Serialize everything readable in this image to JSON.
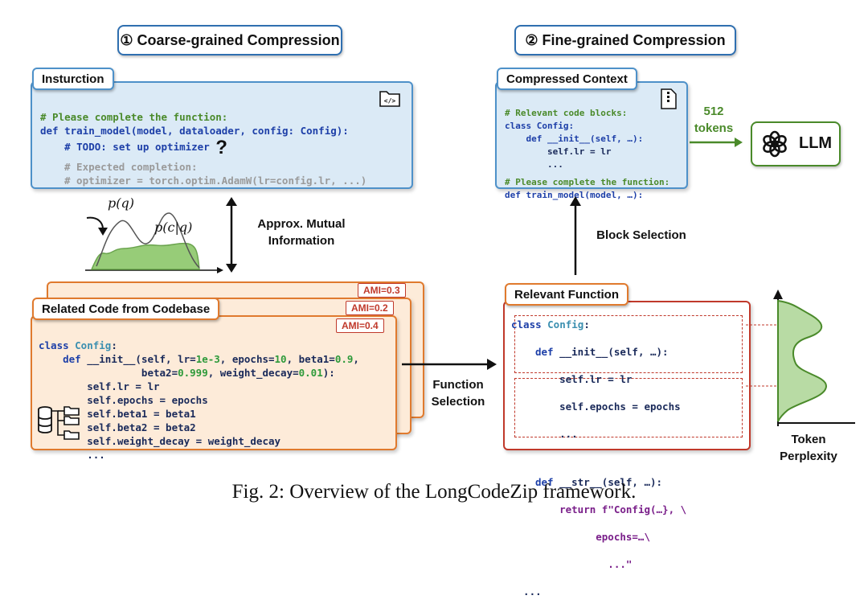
{
  "titles": {
    "coarse": "① Coarse-grained Compression",
    "fine": "② Fine-grained Compression"
  },
  "instruction": {
    "label": "Insturction",
    "lines": [
      "# Please complete the function:",
      "def train_model(model, dataloader, config: Config):",
      "    # TODO: set up optimizer",
      "?",
      "# Expected completion:",
      "# optimizer = torch.optim.AdamW(lr=config.lr, ...)"
    ]
  },
  "compressed": {
    "label": "Compressed Context",
    "lines": [
      "# Relevant code blocks:",
      "class Config:",
      "    def __init__(self, …):",
      "        self.lr = lr",
      "        ...",
      "# Please complete the function:",
      "def train_model(model, …):"
    ]
  },
  "llm": {
    "tokens_count": "512",
    "tokens_word": "tokens",
    "label": "LLM"
  },
  "mi": {
    "pq": "p(q)",
    "pcq": "p(c|q)",
    "label_line1": "Approx. Mutual",
    "label_line2": "Information"
  },
  "block_selection": "Block Selection",
  "function_selection_line1": "Function",
  "function_selection_line2": "Selection",
  "related": {
    "label": "Related Code from Codebase",
    "ami": [
      "AMI=0.3",
      "AMI=0.2",
      "AMI=0.4"
    ],
    "code": {
      "l1_kw": "class ",
      "l1_cls": "Config",
      "l1_end": ":",
      "l2_kw": "    def ",
      "l2_a": "__init__(self, lr=",
      "l2_n1": "1e-3",
      "l2_b": ", epochs=",
      "l2_n2": "10",
      "l2_c": ", beta1=",
      "l2_n3": "0.9",
      "l2_d": ",",
      "l3_a": "                 beta2=",
      "l3_n1": "0.999",
      "l3_b": ", weight_decay=",
      "l3_n2": "0.01",
      "l3_c": "):",
      "l4": "        self.lr = lr",
      "l5": "        self.epochs = epochs",
      "l6": "        self.beta1 = beta1",
      "l7": "        self.beta2 = beta2",
      "l8": "        self.weight_decay = weight_decay",
      "l9": "        ..."
    }
  },
  "relevant": {
    "label": "Relevant Function",
    "l1_kw": "class ",
    "l1_cls": "Config",
    "l1_end": ":",
    "b1_l1_kw": "def ",
    "b1_l1": "__init__(self, …):",
    "b1_l2": "    self.lr = lr",
    "b1_l3": "    self.epochs = epochs",
    "b1_l4": "    ...",
    "b2_l1_kw": "def ",
    "b2_l1": "__str__(self, …):",
    "b2_l2_kw": "    return ",
    "b2_l2": "f\"Config(…}, \\",
    "b2_l3": "          epochs=…\\",
    "b2_l4": "            ...\"",
    "tail": "  ..."
  },
  "perplexity": {
    "line1": "Token",
    "line2": "Perplexity"
  },
  "caption": "Fig. 2: Overview of the LongCodeZip framework.",
  "colors": {
    "blue_border": "#4e91c9",
    "orange_border": "#e07a2e",
    "red": "#c0392b",
    "green": "#4a8a2a"
  }
}
